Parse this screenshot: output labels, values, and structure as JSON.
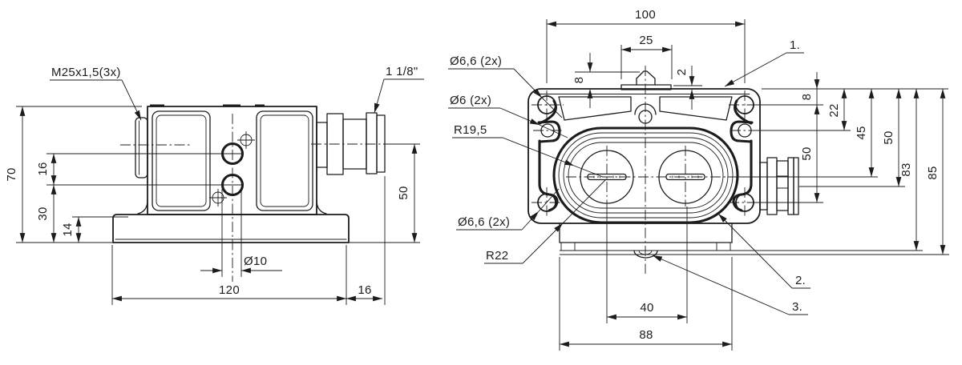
{
  "drawing": {
    "kind": "technical-drawing-2-views",
    "background_color": "#ffffff",
    "line_color": "#1c1c1c",
    "side_view": {
      "callout_thread": "M25x1,5(3x)",
      "callout_connector": "1 1/8\"",
      "dim_height_total": "70",
      "dim_port_spacing": "16",
      "dim_lower_port_height": "30",
      "dim_base_thickness": "14",
      "dim_port_diameter": "Ø10",
      "dim_base_length": "120",
      "dim_connector_overhang": "16",
      "dim_connector_axis_height": "50"
    },
    "front_view": {
      "dim_mount_hole_spacing_h": "100",
      "dim_tab_width": "25",
      "dim_tab_height": "8",
      "dim_plate_thickness": "2",
      "dim_top_hole_offset": "8",
      "dim_small_hole_offset": "22",
      "dim_knob_axis_depth": "45",
      "dim_mount_hole_spacing_v": "50",
      "dim_connector_axis_depth": "50",
      "dim_height_to_feet": "83",
      "dim_height_total": "85",
      "dim_knob_spacing": "40",
      "dim_base_width": "88",
      "callout_mount_holes_top": "Ø6,6 (2x)",
      "callout_small_holes": "Ø6 (2x)",
      "callout_knob_radius": "R19,5",
      "callout_mount_holes_bottom": "Ø6,6 (2x)",
      "callout_body_radius": "R22",
      "ref_item_1": "1.",
      "ref_item_2": "2.",
      "ref_item_3": "3."
    }
  }
}
